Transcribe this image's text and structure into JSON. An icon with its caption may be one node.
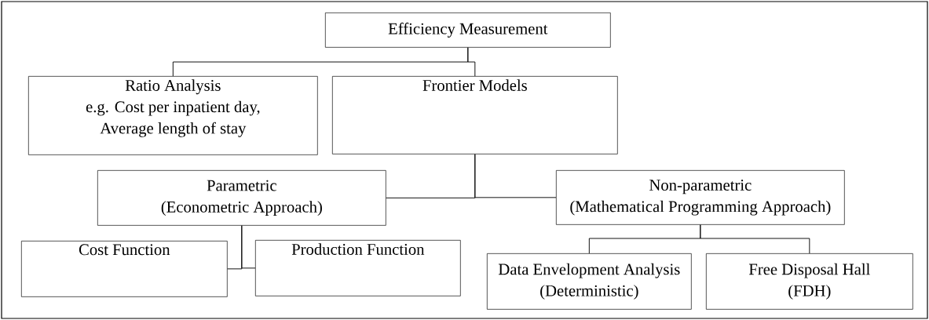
{
  "diagram": {
    "nodes": [
      {
        "text": [
          "Efficiency Measurement"
        ]
      },
      {
        "text": [
          "Ratio Analysis",
          "e.g. Cost per inpatient day, Average length of stay"
        ]
      },
      {
        "text": [
          "Frontier Models"
        ]
      },
      {
        "text": [
          "Parametric",
          "(Econometric Approach)"
        ]
      },
      {
        "text": [
          "Non-parametric",
          "(Mathematical Programming Approach)"
        ]
      },
      {
        "text": [
          "Cost Function"
        ]
      },
      {
        "text": [
          "Production Function"
        ]
      },
      {
        "text": [
          "Data Envelopment Analysis",
          "(Deterministic)"
        ]
      },
      {
        "text": [
          "Free Disposal Hall",
          "(FDH)"
        ]
      }
    ],
    "edges": [
      {
        "from": 0,
        "to": 1,
        "arrow": "none"
      },
      {
        "from": 0,
        "to": 2,
        "arrow": "none"
      },
      {
        "from": 2,
        "to": 3,
        "arrow": "none"
      },
      {
        "from": 2,
        "to": 4,
        "arrow": "none"
      },
      {
        "from": 3,
        "to": 5,
        "arrow": "none"
      },
      {
        "from": 3,
        "to": 6,
        "arrow": "none"
      },
      {
        "from": 4,
        "to": 7,
        "arrow": "none"
      },
      {
        "from": 4,
        "to": 8,
        "arrow": "none"
      }
    ]
  }
}
